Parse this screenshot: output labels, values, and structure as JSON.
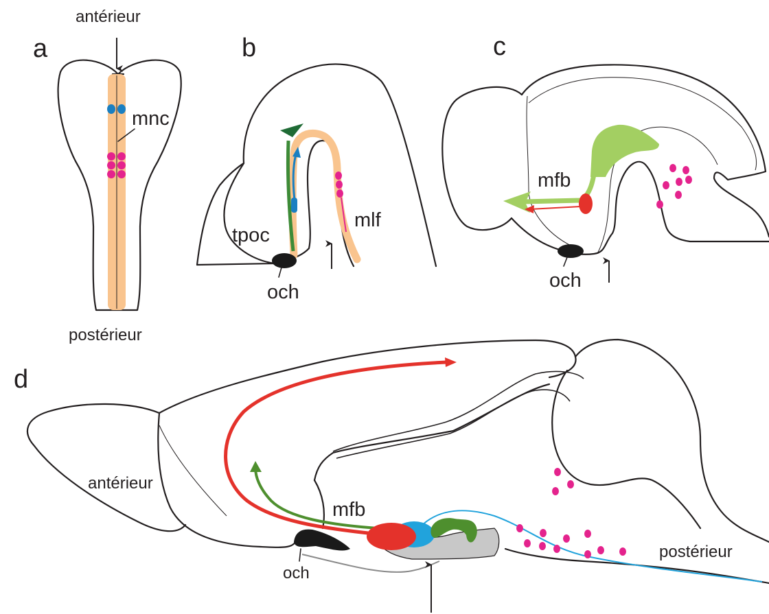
{
  "panels": {
    "a": {
      "letter": "a",
      "top_label": "antérieur",
      "bottom_label": "postérieur",
      "tract_label": "mnc"
    },
    "b": {
      "letter": "b",
      "tract_label_1": "tpoc",
      "tract_label_2": "mlf",
      "chiasm_label": "och"
    },
    "c": {
      "letter": "c",
      "tract_label": "mfb",
      "chiasm_label": "och"
    },
    "d": {
      "letter": "d",
      "anterior_label": "antérieur",
      "posterior_label": "postérieur",
      "tract_label": "mfb",
      "chiasm_label": "och"
    }
  },
  "colors": {
    "outline": "#231f20",
    "longitudinal_tract": "#f9c48e",
    "blue_cells": "#1a7fc1",
    "magenta_cells": "#e4238d",
    "dark_green": "#3d8b37",
    "green_tract": "#4e8f2e",
    "light_green": "#a3cf62",
    "red": "#e4322b",
    "light_blue": "#21a3dc",
    "chiasm": "#1a1a1a",
    "grey_region": "#c8c8c8"
  }
}
